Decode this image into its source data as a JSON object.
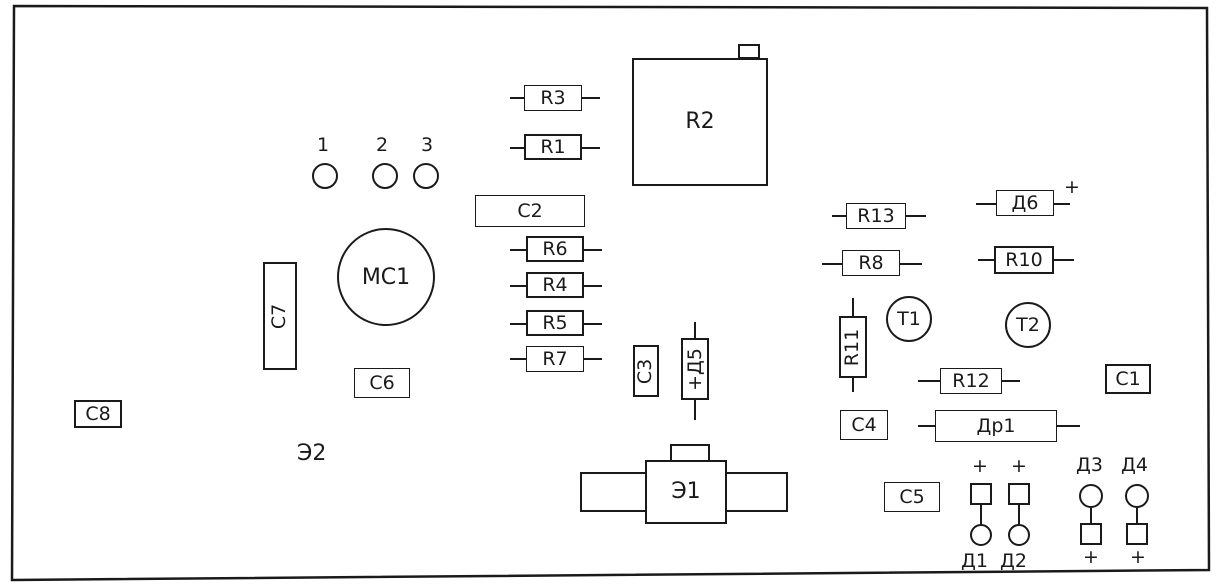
{
  "pcb": {
    "r1": "R1",
    "r2": "R2",
    "r3": "R3",
    "r4": "R4",
    "r5": "R5",
    "r6": "R6",
    "r7": "R7",
    "r8": "R8",
    "r10": "R10",
    "r11": "R11",
    "r12": "R12",
    "r13": "R13",
    "c1": "C1",
    "c2": "C2",
    "c3": "C3",
    "c4": "C4",
    "c5": "C5",
    "c6": "C6",
    "c7": "C7",
    "c8": "C8",
    "mc1": "MC1",
    "t1": "T1",
    "t2": "T2",
    "d1": "Д1",
    "d2": "Д2",
    "d3": "Д3",
    "d4": "Д4",
    "d5": "+Д5",
    "d6": "Д6",
    "dr1": "Др1",
    "e1": "Э1",
    "e2": "Э2",
    "pin1": "1",
    "pin2": "2",
    "pin3": "3",
    "plus": "+"
  }
}
